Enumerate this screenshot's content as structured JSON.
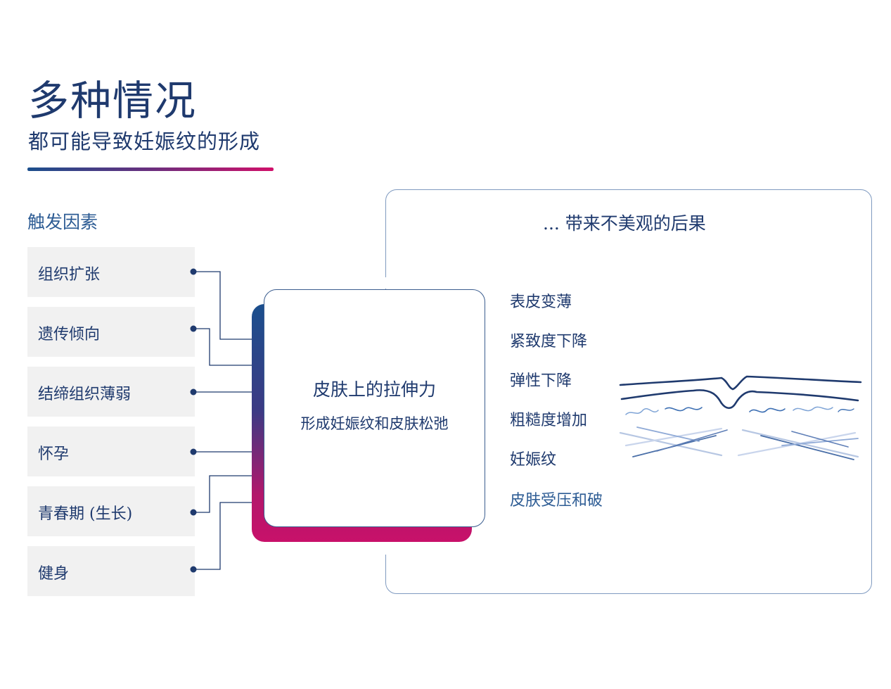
{
  "header": {
    "title": "多种情况",
    "subtitle": "都可能导致妊娠纹的形成"
  },
  "triggers": {
    "heading": "触发因素",
    "items": [
      {
        "label": "组织扩张"
      },
      {
        "label": "遗传倾向"
      },
      {
        "label": "结缔组织薄弱"
      },
      {
        "label": "怀孕"
      },
      {
        "label": "青春期 (生长)"
      },
      {
        "label": "健身"
      }
    ]
  },
  "center": {
    "title": "皮肤上的拉伸力",
    "subtitle": "形成妊娠纹和皮肤松弛"
  },
  "results": {
    "heading": "... 带来不美观的后果",
    "items": [
      {
        "label": "表皮变薄"
      },
      {
        "label": "紧致度下降"
      },
      {
        "label": "弹性下降"
      },
      {
        "label": "粗糙度增加"
      },
      {
        "label": "妊娠纹"
      },
      {
        "label": "皮肤受压和破"
      }
    ]
  },
  "colors": {
    "navy": "#1f3a6e",
    "blue": "#2d5c94",
    "magenta": "#c8116a",
    "trigger_bg": "#f1f1f1",
    "frame": "#7f9ac0"
  },
  "icons": {
    "connector_dot": "filled-circle",
    "skin_illustration": "skin-layer-cross-section-icon"
  }
}
